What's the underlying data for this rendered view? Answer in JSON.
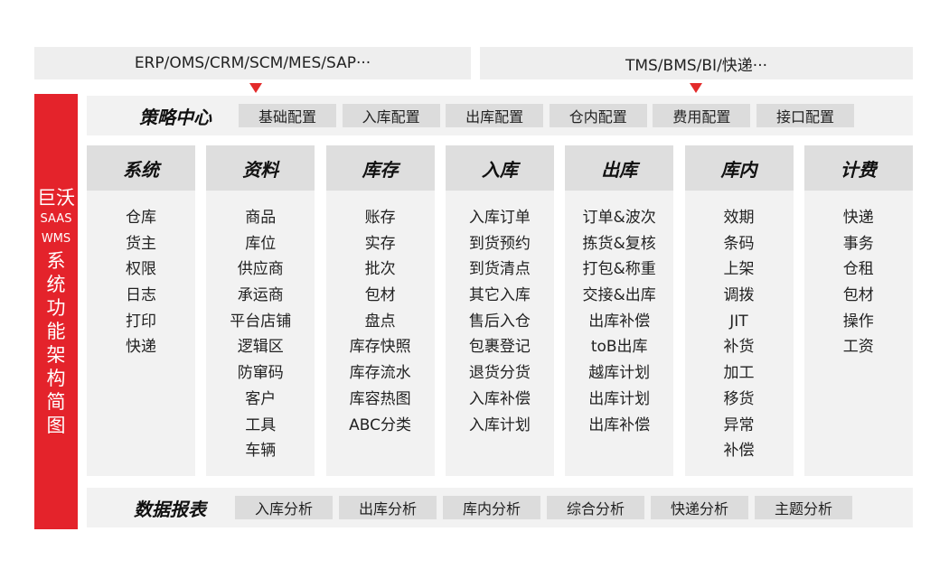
{
  "top_left": "ERP/OMS/CRM/SCM/MES/SAP···",
  "top_right": "TMS/BMS/BI/快递···",
  "side": {
    "line1": "巨沃",
    "line2": "SAAS",
    "line3": "WMS",
    "line4": "系统功能架构简图"
  },
  "strategy": {
    "title": "策略中心",
    "items": [
      "基础配置",
      "入库配置",
      "出库配置",
      "仓内配置",
      "费用配置",
      "接口配置"
    ]
  },
  "columns": [
    {
      "title": "系统",
      "items": [
        "仓库",
        "货主",
        "权限",
        "日志",
        "打印",
        "快递"
      ]
    },
    {
      "title": "资料",
      "items": [
        "商品",
        "库位",
        "供应商",
        "承运商",
        "平台店铺",
        "逻辑区",
        "防窜码",
        "客户",
        "工具",
        "车辆"
      ]
    },
    {
      "title": "库存",
      "items": [
        "账存",
        "实存",
        "批次",
        "包材",
        "盘点",
        "库存快照",
        "库存流水",
        "库容热图",
        "ABC分类"
      ]
    },
    {
      "title": "入库",
      "items": [
        "入库订单",
        "到货预约",
        "到货清点",
        "其它入库",
        "售后入仓",
        "包裹登记",
        "退货分货",
        "入库补偿",
        "入库计划"
      ]
    },
    {
      "title": "出库",
      "items": [
        "订单&波次",
        "拣货&复核",
        "打包&称重",
        "交接&出库",
        "出库补偿",
        "toB出库",
        "越库计划",
        "出库计划",
        "出库补偿"
      ]
    },
    {
      "title": "库内",
      "items": [
        "效期",
        "条码",
        "上架",
        "调拨",
        "JIT",
        "补货",
        "加工",
        "移货",
        "异常",
        "补偿"
      ]
    },
    {
      "title": "计费",
      "items": [
        "快递",
        "事务",
        "仓租",
        "包材",
        "操作",
        "工资"
      ]
    }
  ],
  "report": {
    "title": "数据报表",
    "items": [
      "入库分析",
      "出库分析",
      "库内分析",
      "综合分析",
      "快递分析",
      "主题分析"
    ]
  }
}
